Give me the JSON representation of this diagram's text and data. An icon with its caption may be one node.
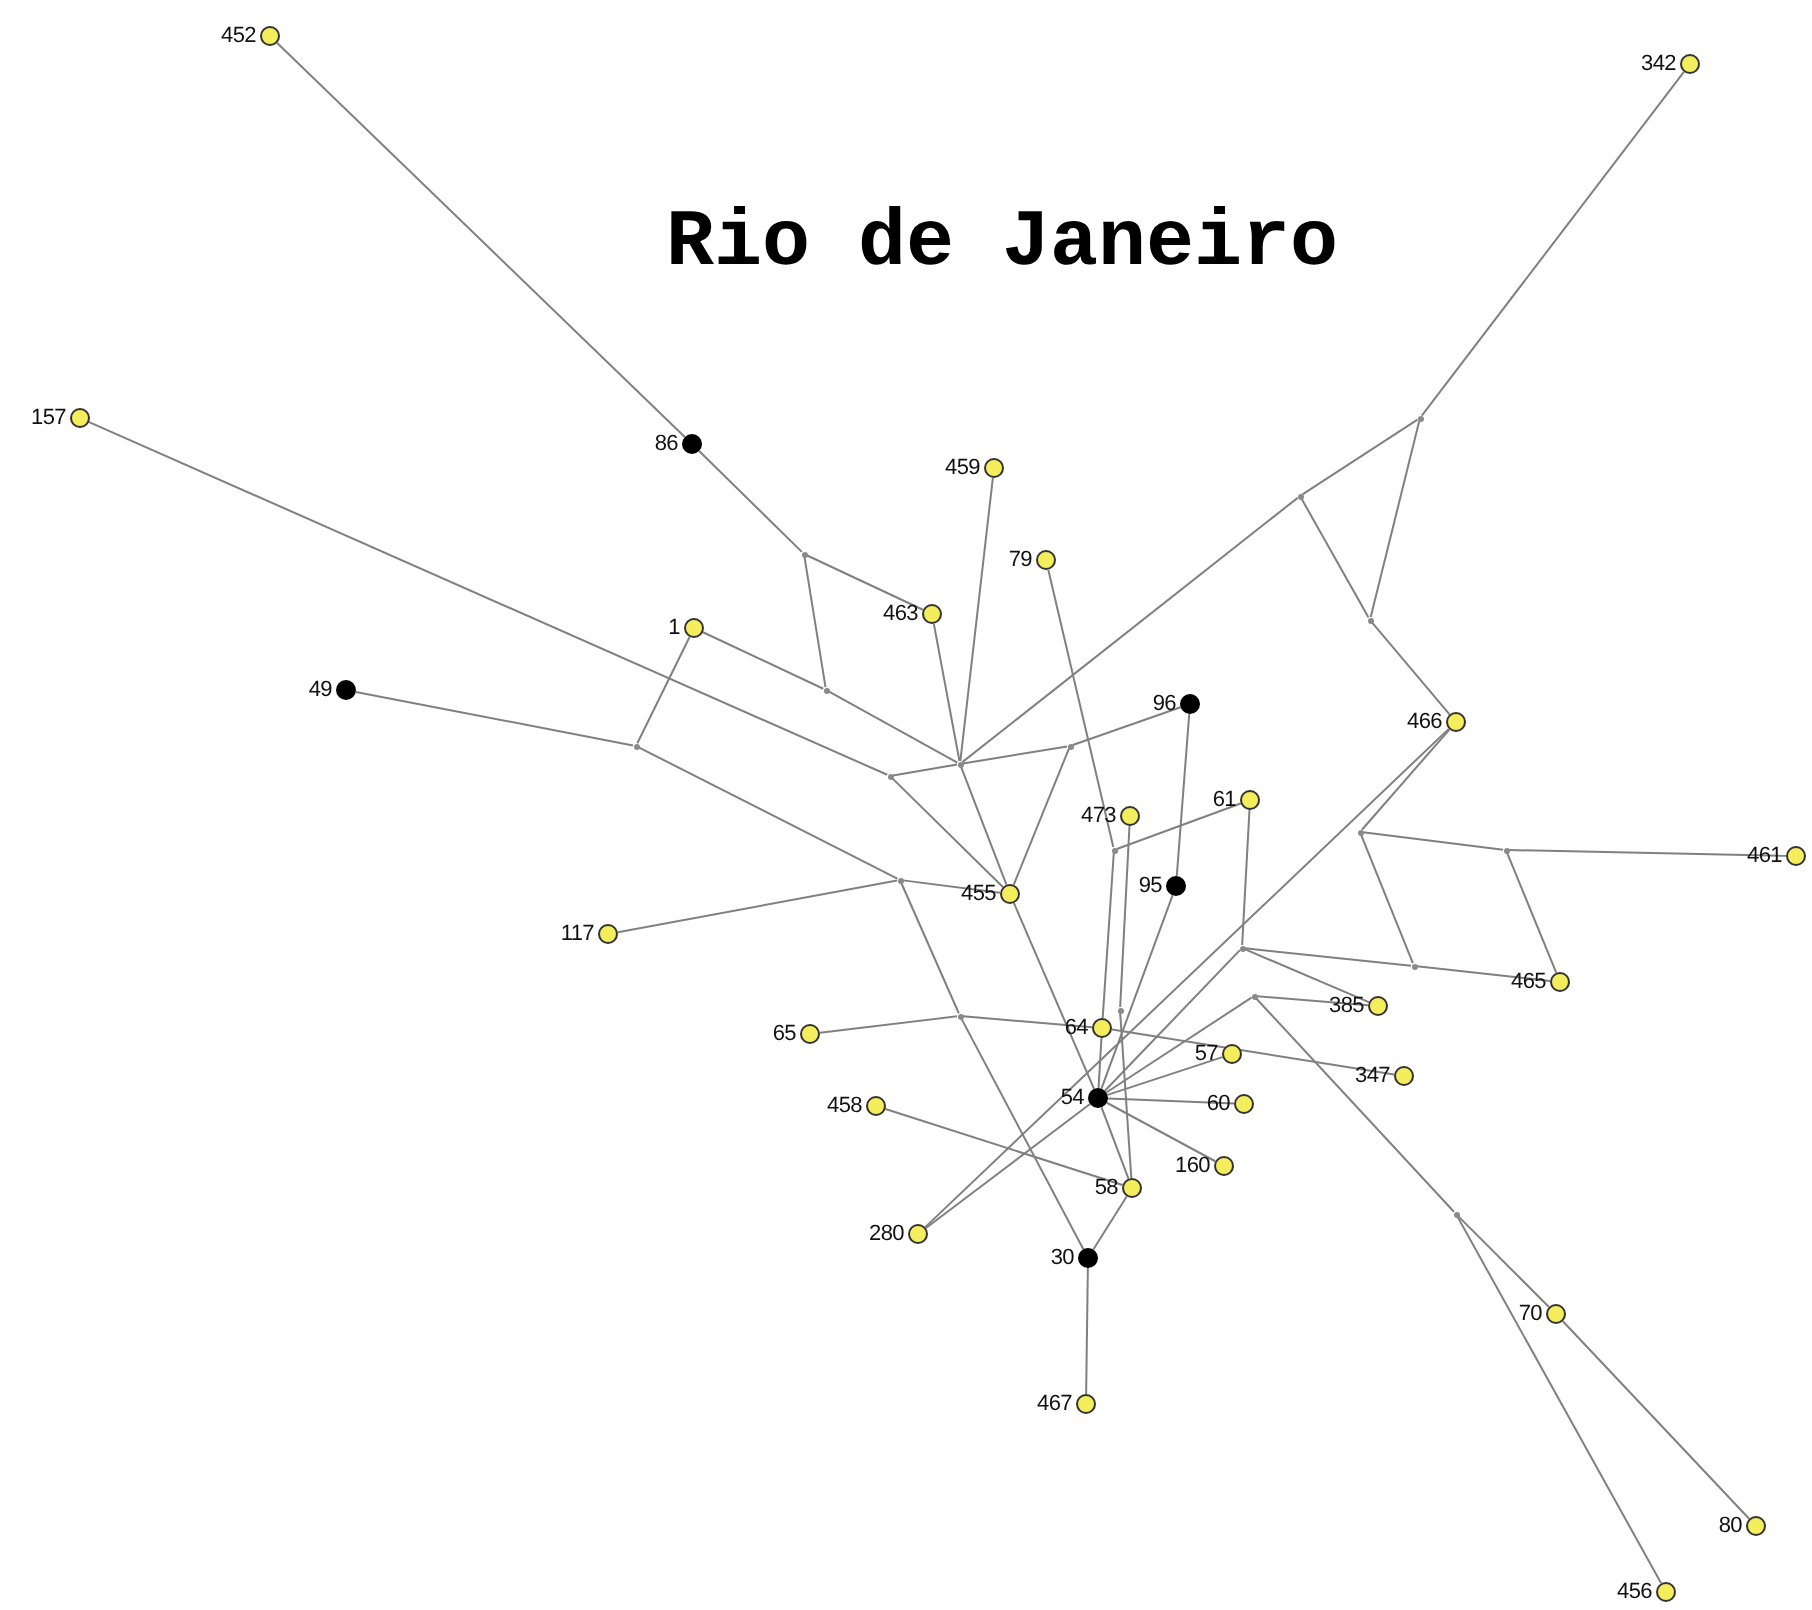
{
  "diagram": {
    "title": "Rio de Janeiro",
    "nodes": [
      {
        "text": [],
        "shape": "circle",
        "beside": [
          "452"
        ]
      },
      {
        "text": [],
        "shape": "circle",
        "beside": [
          "342"
        ]
      },
      {
        "text": [],
        "shape": "circle",
        "beside": [
          "157"
        ]
      },
      {
        "text": [],
        "shape": "dot",
        "beside": [
          "86"
        ]
      },
      {
        "text": [],
        "shape": "circle",
        "beside": [
          "459"
        ]
      },
      {
        "text": [],
        "shape": "circle",
        "beside": [
          "79"
        ]
      },
      {
        "text": [],
        "shape": "circle",
        "beside": [
          "463"
        ]
      },
      {
        "text": [],
        "shape": "circle",
        "beside": [
          "1"
        ]
      },
      {
        "text": [],
        "shape": "dot",
        "beside": [
          "49"
        ]
      },
      {
        "text": [],
        "shape": "dot",
        "beside": [
          "96"
        ]
      },
      {
        "text": [],
        "shape": "circle",
        "beside": [
          "466"
        ]
      },
      {
        "text": [],
        "shape": "circle",
        "beside": [
          "61"
        ]
      },
      {
        "text": [],
        "shape": "circle",
        "beside": [
          "473"
        ]
      },
      {
        "text": [],
        "shape": "circle",
        "beside": [
          "461"
        ]
      },
      {
        "text": [],
        "shape": "dot",
        "beside": [
          "95"
        ]
      },
      {
        "text": [],
        "shape": "circle",
        "beside": [
          "455"
        ]
      },
      {
        "text": [],
        "shape": "circle",
        "beside": [
          "117"
        ]
      },
      {
        "text": [],
        "shape": "circle",
        "beside": [
          "465"
        ]
      },
      {
        "text": [],
        "shape": "circle",
        "beside": [
          "385"
        ]
      },
      {
        "text": [],
        "shape": "circle",
        "beside": [
          "64"
        ]
      },
      {
        "text": [],
        "shape": "circle",
        "beside": [
          "65"
        ]
      },
      {
        "text": [],
        "shape": "circle",
        "beside": [
          "57"
        ]
      },
      {
        "text": [],
        "shape": "circle",
        "beside": [
          "347"
        ]
      },
      {
        "text": [],
        "shape": "dot",
        "beside": [
          "54"
        ]
      },
      {
        "text": [],
        "shape": "circle",
        "beside": [
          "60"
        ]
      },
      {
        "text": [],
        "shape": "circle",
        "beside": [
          "458"
        ]
      },
      {
        "text": [],
        "shape": "circle",
        "beside": [
          "160"
        ]
      },
      {
        "text": [],
        "shape": "circle",
        "beside": [
          "58"
        ]
      },
      {
        "text": [],
        "shape": "circle",
        "beside": [
          "280"
        ]
      },
      {
        "text": [],
        "shape": "dot",
        "beside": [
          "30"
        ]
      },
      {
        "text": [],
        "shape": "circle",
        "beside": [
          "70"
        ]
      },
      {
        "text": [],
        "shape": "circle",
        "beside": [
          "467"
        ]
      },
      {
        "text": [],
        "shape": "circle",
        "beside": [
          "80"
        ]
      },
      {
        "text": [],
        "shape": "circle",
        "beside": [
          "456"
        ]
      },
      {
        "text": [],
        "shape": "point"
      },
      {
        "text": [],
        "shape": "point"
      },
      {
        "text": [],
        "shape": "point"
      },
      {
        "text": [],
        "shape": "point"
      },
      {
        "text": [],
        "shape": "point"
      },
      {
        "text": [],
        "shape": "point"
      },
      {
        "text": [],
        "shape": "point"
      },
      {
        "text": [],
        "shape": "point"
      },
      {
        "text": [],
        "shape": "point"
      },
      {
        "text": [],
        "shape": "point"
      },
      {
        "text": [],
        "shape": "point"
      },
      {
        "text": [],
        "shape": "point"
      },
      {
        "text": [],
        "shape": "point"
      },
      {
        "text": [],
        "shape": "point"
      },
      {
        "text": [],
        "shape": "point"
      },
      {
        "text": [],
        "shape": "point"
      },
      {
        "text": [],
        "shape": "point"
      },
      {
        "text": [],
        "shape": "point"
      },
      {
        "text": [],
        "shape": "point"
      }
    ],
    "edges": [
      {
        "from": 0,
        "to": 3,
        "arrow": "none"
      },
      {
        "from": 3,
        "to": 36,
        "arrow": "none"
      },
      {
        "from": 36,
        "to": 6,
        "arrow": "none"
      },
      {
        "from": 36,
        "to": 38,
        "arrow": "none"
      },
      {
        "from": 7,
        "to": 38,
        "arrow": "none"
      },
      {
        "from": 38,
        "to": 41,
        "arrow": "none"
      },
      {
        "from": 2,
        "to": 42,
        "arrow": "none"
      },
      {
        "from": 42,
        "to": 15,
        "arrow": "none"
      },
      {
        "from": 42,
        "to": 41,
        "arrow": "none"
      },
      {
        "from": 41,
        "to": 39,
        "arrow": "none"
      },
      {
        "from": 39,
        "to": 9,
        "arrow": "none"
      },
      {
        "from": 39,
        "to": 15,
        "arrow": "none"
      },
      {
        "from": 41,
        "to": 15,
        "arrow": "none"
      },
      {
        "from": 8,
        "to": 40,
        "arrow": "none"
      },
      {
        "from": 40,
        "to": 7,
        "arrow": "none"
      },
      {
        "from": 40,
        "to": 46,
        "arrow": "none"
      },
      {
        "from": 16,
        "to": 46,
        "arrow": "none"
      },
      {
        "from": 46,
        "to": 15,
        "arrow": "none"
      },
      {
        "from": 46,
        "to": 51,
        "arrow": "none"
      },
      {
        "from": 51,
        "to": 29,
        "arrow": "none"
      },
      {
        "from": 20,
        "to": 51,
        "arrow": "none"
      },
      {
        "from": 51,
        "to": 19,
        "arrow": "none"
      },
      {
        "from": 4,
        "to": 41,
        "arrow": "none"
      },
      {
        "from": 6,
        "to": 41,
        "arrow": "none"
      },
      {
        "from": 1,
        "to": 34,
        "arrow": "none"
      },
      {
        "from": 34,
        "to": 35,
        "arrow": "none"
      },
      {
        "from": 35,
        "to": 41,
        "arrow": "none"
      },
      {
        "from": 34,
        "to": 37,
        "arrow": "none"
      },
      {
        "from": 35,
        "to": 37,
        "arrow": "none"
      },
      {
        "from": 37,
        "to": 10,
        "arrow": "none"
      },
      {
        "from": 10,
        "to": 43,
        "arrow": "none"
      },
      {
        "from": 43,
        "to": 45,
        "arrow": "none"
      },
      {
        "from": 45,
        "to": 13,
        "arrow": "none"
      },
      {
        "from": 45,
        "to": 17,
        "arrow": "none"
      },
      {
        "from": 43,
        "to": 48,
        "arrow": "none"
      },
      {
        "from": 47,
        "to": 48,
        "arrow": "none"
      },
      {
        "from": 48,
        "to": 17,
        "arrow": "none"
      },
      {
        "from": 11,
        "to": 47,
        "arrow": "none"
      },
      {
        "from": 47,
        "to": 18,
        "arrow": "none"
      },
      {
        "from": 47,
        "to": 23,
        "arrow": "none"
      },
      {
        "from": 5,
        "to": 44,
        "arrow": "none"
      },
      {
        "from": 44,
        "to": 11,
        "arrow": "none"
      },
      {
        "from": 44,
        "to": 19,
        "arrow": "none"
      },
      {
        "from": 12,
        "to": 50,
        "arrow": "none"
      },
      {
        "from": 50,
        "to": 27,
        "arrow": "none"
      },
      {
        "from": 9,
        "to": 14,
        "arrow": "none"
      },
      {
        "from": 14,
        "to": 23,
        "arrow": "none"
      },
      {
        "from": 19,
        "to": 23,
        "arrow": "none"
      },
      {
        "from": 19,
        "to": 22,
        "arrow": "none"
      },
      {
        "from": 23,
        "to": 21,
        "arrow": "none"
      },
      {
        "from": 23,
        "to": 24,
        "arrow": "none"
      },
      {
        "from": 23,
        "to": 26,
        "arrow": "none"
      },
      {
        "from": 23,
        "to": 27,
        "arrow": "none"
      },
      {
        "from": 23,
        "to": 28,
        "arrow": "none"
      },
      {
        "from": 23,
        "to": 49,
        "arrow": "none"
      },
      {
        "from": 15,
        "to": 23,
        "arrow": "none"
      },
      {
        "from": 49,
        "to": 18,
        "arrow": "none"
      },
      {
        "from": 49,
        "to": 52,
        "arrow": "none"
      },
      {
        "from": 52,
        "to": 30,
        "arrow": "none"
      },
      {
        "from": 30,
        "to": 32,
        "arrow": "none"
      },
      {
        "from": 52,
        "to": 33,
        "arrow": "none"
      },
      {
        "from": 10,
        "to": 28,
        "arrow": "none"
      },
      {
        "from": 25,
        "to": 27,
        "arrow": "none"
      },
      {
        "from": 27,
        "to": 29,
        "arrow": "none"
      },
      {
        "from": 29,
        "to": 31,
        "arrow": "none"
      }
    ]
  }
}
